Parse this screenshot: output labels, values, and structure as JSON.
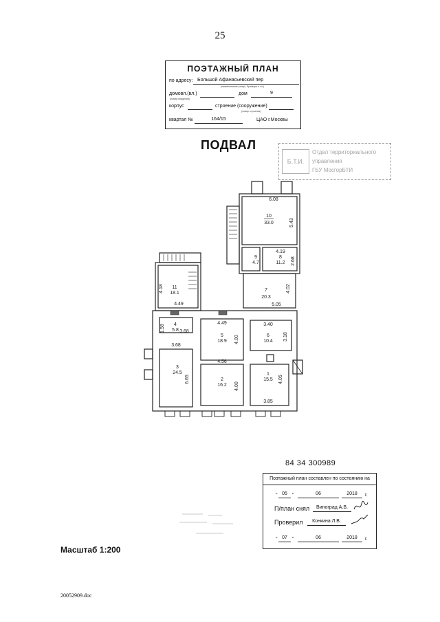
{
  "page_number": "25",
  "header_stamp": {
    "title": "ПОЭТАЖНЫЙ ПЛАН",
    "address_label": "по адресу:",
    "address_value": "Большой Афанасьевский пер",
    "address_caption": "(наименование улицы, бульвара и т.п.)",
    "house_label": "домовл.(вл.)",
    "house_caption": "(номер владения)",
    "dom_label": "дом",
    "dom_value": "9",
    "korpus_label": "корпус",
    "stroenie_label": "строение (сооружение)",
    "stroenie_caption": "(номер строения)",
    "kvartal_label": "квартал №",
    "kvartal_value": "164/15",
    "district": "ЦАО г.Москвы"
  },
  "floor_title": "ПОДВАЛ",
  "faded_stamp": {
    "box_text": "Б.Т.И.",
    "lines": [
      "Отдел территориального",
      "управления",
      "ГБУ МосгорБТИ"
    ]
  },
  "rooms": [
    {
      "id": "10",
      "area": "33.0",
      "dims": [
        "6.08",
        "5.43"
      ]
    },
    {
      "id": "9",
      "area": "4.7",
      "dims": []
    },
    {
      "id": "8",
      "area": "11.2",
      "dims": [
        "4.19",
        "2.68"
      ]
    },
    {
      "id": "7",
      "area": "20.3",
      "dims": [
        "4.02",
        "5.05"
      ]
    },
    {
      "id": "11",
      "area": "18.1",
      "dims": [
        "4.18",
        "4.49"
      ]
    },
    {
      "id": "4",
      "area": "5.8",
      "dims": [
        "1.58",
        "3.68"
      ]
    },
    {
      "id": "5",
      "area": "18.9",
      "dims": [
        "4.49",
        "4.00"
      ]
    },
    {
      "id": "6",
      "area": "10.4",
      "dims": [
        "3.40",
        "3.18"
      ]
    },
    {
      "id": "3",
      "area": "24.5",
      "dims": [
        "3.68",
        "6.65"
      ]
    },
    {
      "id": "2",
      "area": "16.2",
      "dims": [
        "4.56",
        "4.00"
      ]
    },
    {
      "id": "1",
      "area": "15.5",
      "dims": [
        "4.05",
        "3.85"
      ]
    }
  ],
  "inventory_code": "84 34 300989",
  "footer_stamp": {
    "header": "Поэтажный план составлен по состоянию на",
    "date1": {
      "day": "05",
      "month": "06",
      "year": "2018",
      "suffix": "г."
    },
    "plan_label": "П/план снял",
    "plan_name": "Виноград А.В.",
    "check_label": "Проверил",
    "check_name": "Конкина Л.В.",
    "date2": {
      "day": "07",
      "month": "06",
      "year": "2018",
      "suffix": "г."
    }
  },
  "scale": "Масштаб 1:200",
  "filename": "20052909.doc"
}
